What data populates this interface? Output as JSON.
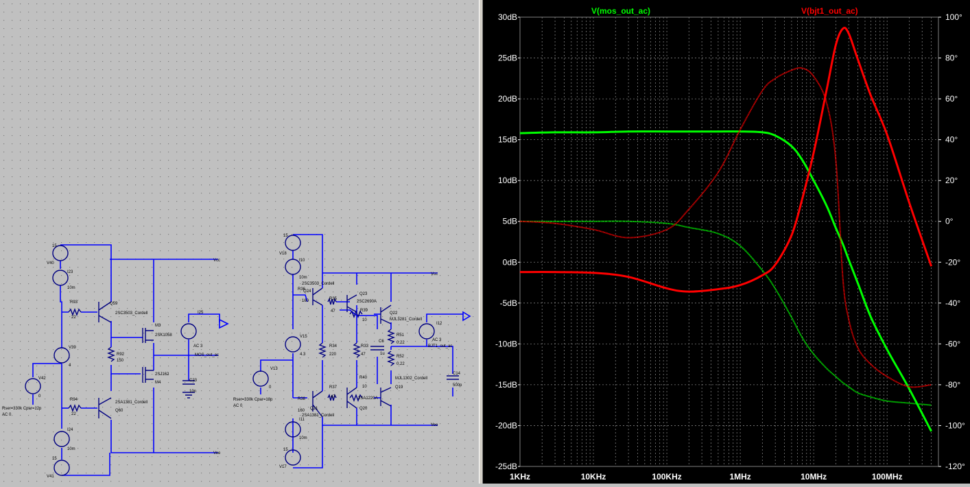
{
  "schematic": {
    "colors": {
      "background": "#c0c0c0",
      "grid_dot": "#7f7f7f",
      "wire": "#0000ff",
      "component": "#000080",
      "text": "#000000"
    },
    "labels": {
      "n15a": "15",
      "V40": "V40",
      "I23": "I23",
      "10m_a": "10m",
      "R93": "R93",
      "22_a": "22",
      "Q59": "Q59",
      "Q59m": "2SC3503_Cordell",
      "M3": "M3",
      "M3m": "2SK1058",
      "R92": "R92",
      "150": "150",
      "V39": "V39",
      "n4": "4",
      "M4m": "2SJ162",
      "M4": "M4",
      "V42": "V42",
      "n0a": "0",
      "R94": "R94",
      "22_b": "22",
      "Q60m": "2SA1381_Cordell",
      "Q60": "Q60",
      "rser1": "Rser=330k Cpar=12p",
      "ac0a": "AC 0",
      "I24": "I24",
      "10m_b": "10m",
      "n15b": "15",
      "V41": "V41",
      "vcc1": "Vcc",
      "vee1": "Vee",
      "I25": "I25",
      "ac3a": "AC 3",
      "mosout": "MOS_out_ac",
      "C23": "C23",
      "10n": "10n",
      "n15c": "15",
      "V18": "V18",
      "I10": "I10",
      "10m_c": "10m",
      "Q24m": "2SC3503_Cordell",
      "R36": "R36",
      "160a": "160",
      "Q24": "Q24",
      "R35": "R35",
      "47a": "47",
      "Q23": "Q23",
      "Q23m": "2SC2690A",
      "R39": "R39",
      "n10": "10",
      "Q22": "Q22",
      "Q22m": "MJL3281_Cordell",
      "I12": "I12",
      "vcc2": "Vcc",
      "V15": "V15",
      "n43": "4.3",
      "R34": "R34",
      "220": "220",
      "R33": "R33",
      "47b": "47",
      "C6": "C6",
      "1u": "1u",
      "R51": "R51",
      "022a": "0.22",
      "ac3b": "AC 3",
      "bjtout": "BJT1_out_ac",
      "R52": "R52",
      "022b": "0.22",
      "Q19m": "MJL1302_Cordell",
      "Q19": "Q19",
      "C14": "C14",
      "500p": "500p",
      "V13": "V13",
      "n0b": "0",
      "R40": "R40",
      "n10b": "10",
      "Q20m": "2SA1220A",
      "R38": "R38",
      "160b": "160",
      "R37": "R37",
      "47c": "47",
      "Q21": "Q21",
      "Q21m": "2SA1381_Cordell",
      "Q20": "Q20",
      "rser2": "Rser=330k Cpar=18p",
      "ac0b": "AC 0",
      "I11": "I11",
      "10m_d": "10m",
      "n15d": "15",
      "V17": "V17",
      "vee2": "Vee"
    }
  },
  "plot": {
    "traces": [
      {
        "name": "V(mos_out_ac)",
        "color": "#00ff00"
      },
      {
        "name": "V(bjt1_out_ac)",
        "color": "#ff0000"
      }
    ],
    "left_axis_labels": [
      "30dB",
      "25dB",
      "20dB",
      "15dB",
      "10dB",
      "5dB",
      "0dB",
      "-5dB",
      "-10dB",
      "-15dB",
      "-20dB",
      "-25dB"
    ],
    "right_axis_labels": [
      "100°",
      "80°",
      "60°",
      "40°",
      "20°",
      "0°",
      "-20°",
      "-40°",
      "-60°",
      "-80°",
      "-100°",
      "-120°"
    ],
    "x_axis_labels": [
      "1KHz",
      "10KHz",
      "100KHz",
      "1MHz",
      "10MHz",
      "100MHz"
    ]
  },
  "chart_data": {
    "type": "line",
    "xscale": "log",
    "xlim_hz": [
      1000,
      500000000
    ],
    "ylim_db": [
      -25,
      30
    ],
    "ylim_deg": [
      -120,
      100
    ],
    "grid": true,
    "x": [
      1000,
      3000,
      10000,
      30000,
      100000,
      200000,
      500000,
      1000000,
      2000000,
      3000000,
      5000000,
      7000000,
      10000000,
      15000000,
      20000000,
      25000000,
      30000000,
      40000000,
      60000000,
      100000000,
      200000000,
      400000000
    ],
    "series": [
      {
        "name": "V(mos_out_ac)",
        "quantity": "magnitude",
        "unit": "dB",
        "color": "#00ff00",
        "values": [
          15.8,
          15.9,
          15.9,
          16.0,
          16.0,
          16.0,
          16.0,
          16.0,
          15.9,
          15.5,
          14.2,
          12.5,
          10.0,
          6.9,
          4.2,
          2.2,
          0.3,
          -2.6,
          -6.7,
          -10.7,
          -15.5,
          -20.7
        ]
      },
      {
        "name": "V(mos_out_ac)",
        "quantity": "phase",
        "unit": "deg",
        "color": "#00ff00",
        "values": [
          0,
          0,
          0,
          0,
          -1,
          -3,
          -6,
          -12,
          -24,
          -33,
          -47,
          -57,
          -65,
          -72,
          -76,
          -79,
          -81,
          -84,
          -86,
          -88,
          -89,
          -90
        ]
      },
      {
        "name": "V(bjt1_out_ac)",
        "quantity": "magnitude",
        "unit": "dB",
        "color": "#ff0000",
        "values": [
          -1.2,
          -1.2,
          -1.3,
          -1.8,
          -3.2,
          -3.6,
          -3.3,
          -2.8,
          -1.6,
          -0.3,
          3.3,
          7.8,
          13.4,
          21.1,
          26.6,
          28.6,
          28.0,
          24.8,
          20.4,
          15.6,
          7.3,
          -0.5
        ]
      },
      {
        "name": "V(bjt1_out_ac)",
        "quantity": "phase",
        "unit": "deg",
        "color": "#ff0000",
        "values": [
          0,
          -1,
          -4,
          -8,
          -4,
          6,
          24,
          45,
          64,
          70,
          74,
          75,
          71,
          58,
          30,
          -28,
          -48,
          -62,
          -70,
          -76,
          -81,
          -80
        ]
      }
    ]
  }
}
